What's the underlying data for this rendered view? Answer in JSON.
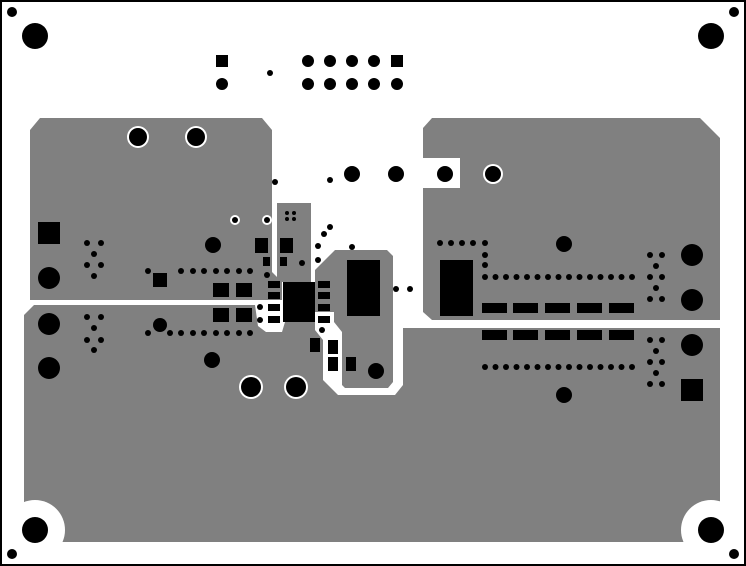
{
  "board": {
    "colors": {
      "background": "#ffffff",
      "copper_pour": "#808080",
      "pads": "#000000",
      "outline": "#000000",
      "clearance": "#ffffff"
    },
    "icons": [
      "mounting-hole",
      "through-hole-pad",
      "smd-pad",
      "via",
      "ic-footprint"
    ]
  }
}
